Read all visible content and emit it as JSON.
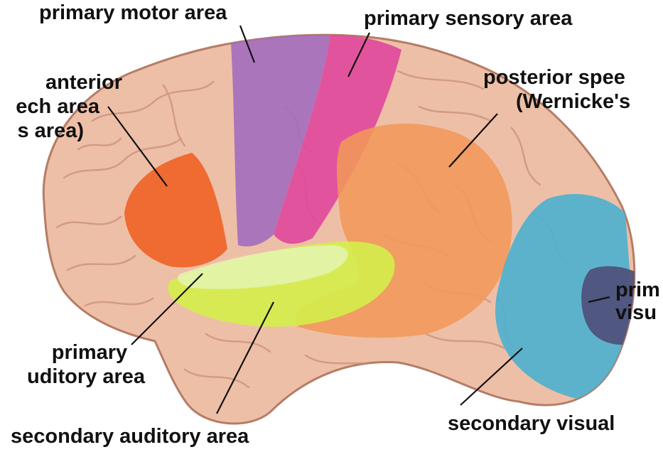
{
  "labels": {
    "primary_motor": "primary motor area",
    "primary_sensory": "primary sensory area",
    "anterior_speech": [
      "anterior",
      "ech area",
      "s area)"
    ],
    "posterior_speech": [
      "posterior spee",
      "(Wernicke's"
    ],
    "primary_auditory": [
      "primary",
      "uditory area"
    ],
    "secondary_auditory": "secondary auditory area",
    "primary_visual": [
      "prim",
      "visu"
    ],
    "secondary_visual": "secondary visual"
  },
  "colors": {
    "brain_tissue": "#eebfa7",
    "gyrus_shadow": "#c98f7a",
    "motor_area": "#a26bbf",
    "sensory_area": "#e0479c",
    "anterior_speech_area": "#ee6226",
    "posterior_speech_area": "#f1995a",
    "primary_auditory_area": "#d7ef8e",
    "secondary_auditory_area": "#d4ee4a",
    "secondary_visual_area": "#4db0cf",
    "primary_visual_area": "#4f4f7a",
    "leader_line": "#111111"
  }
}
